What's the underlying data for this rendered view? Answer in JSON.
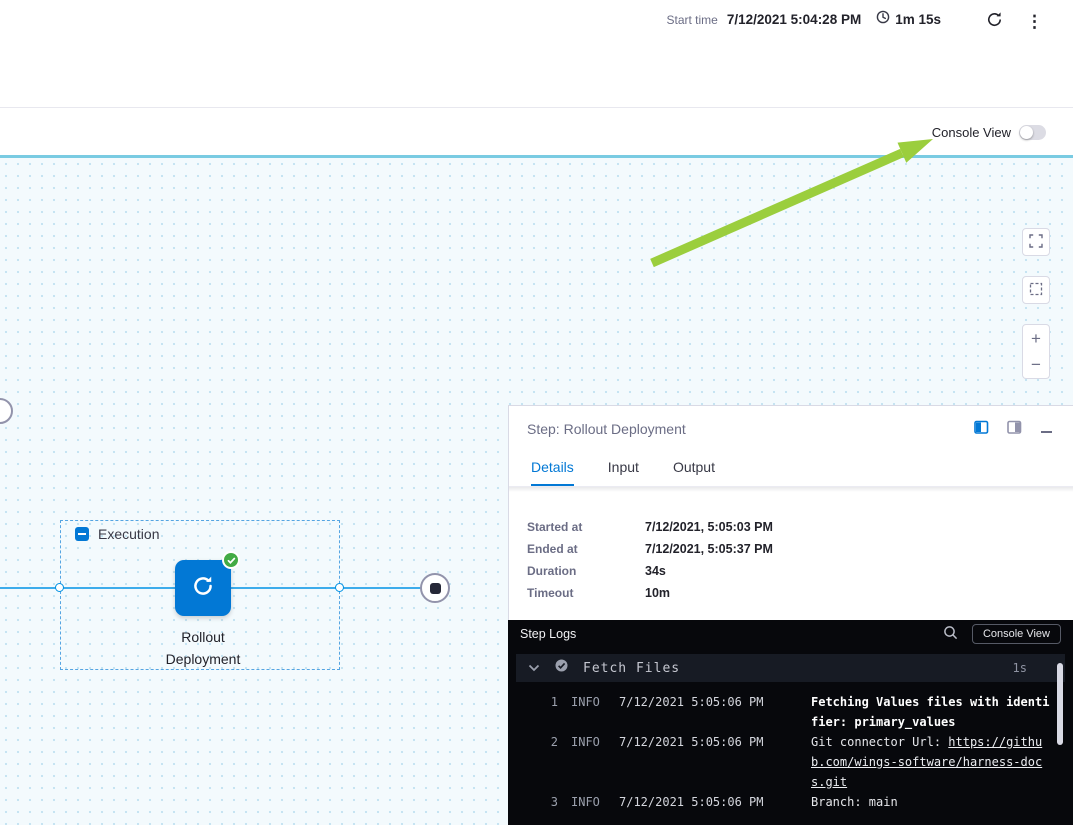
{
  "colors": {
    "accent": "#0278d5",
    "teal-line": "#79cbe2",
    "success": "#42ab45",
    "arrow-green": "#9bce3d",
    "canvas-bg": "#f3fafd",
    "canvas-dot": "#c3e2f1",
    "log-bg": "#07080c",
    "log-section-bg": "#171b24"
  },
  "header": {
    "start_time_label": "Start time",
    "start_time_value": "7/12/2021 5:04:28 PM",
    "elapsed": "1m 15s"
  },
  "console_toggle": {
    "label": "Console View"
  },
  "canvas": {
    "execution_label": "Execution",
    "node_label": "Rollout Deployment",
    "zoom_in": "+",
    "zoom_out": "−"
  },
  "step_panel": {
    "title": "Step: Rollout Deployment",
    "tabs": [
      {
        "label": "Details"
      },
      {
        "label": "Input"
      },
      {
        "label": "Output"
      }
    ],
    "details": [
      {
        "label": "Started at",
        "value": "7/12/2021, 5:05:03 PM"
      },
      {
        "label": "Ended at",
        "value": "7/12/2021, 5:05:37 PM"
      },
      {
        "label": "Duration",
        "value": "34s"
      },
      {
        "label": "Timeout",
        "value": "10m"
      }
    ]
  },
  "logs": {
    "title": "Step Logs",
    "console_view_button": "Console View",
    "section": {
      "title": "Fetch Files",
      "duration": "1s"
    },
    "lines": [
      {
        "num": "1",
        "level": "INFO",
        "time": "7/12/2021 5:05:06 PM",
        "message": "Fetching Values files with identifier: primary_values"
      },
      {
        "num": "2",
        "level": "INFO",
        "time": "7/12/2021 5:05:06 PM",
        "message": "Git connector Url: ",
        "link": "https://github.com/wings-software/harness-docs.git"
      },
      {
        "num": "3",
        "level": "INFO",
        "time": "7/12/2021 5:05:06 PM",
        "message": "Branch: main"
      }
    ]
  }
}
